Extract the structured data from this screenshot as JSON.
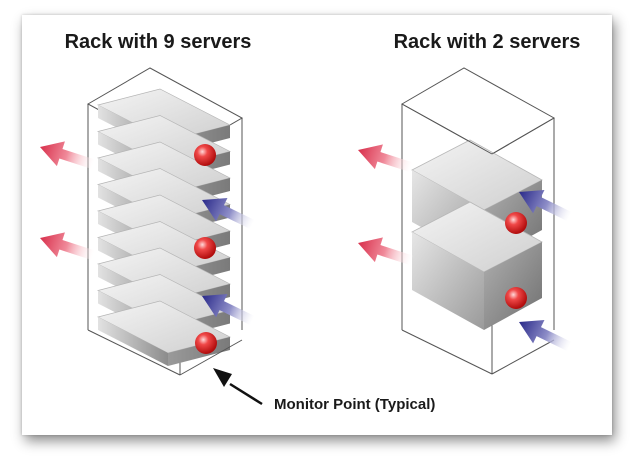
{
  "left_rack": {
    "title": "Rack with 9 servers",
    "server_count": 9
  },
  "right_rack": {
    "title": "Rack with 2 servers",
    "server_count": 2
  },
  "callout": {
    "label": "Monitor Point (Typical)"
  },
  "colors": {
    "exhaust_arrow": "#e0405a",
    "intake_arrow": "#3d3d9e",
    "monitor_point": "#e01e1e",
    "rack_outline": "#555555"
  }
}
